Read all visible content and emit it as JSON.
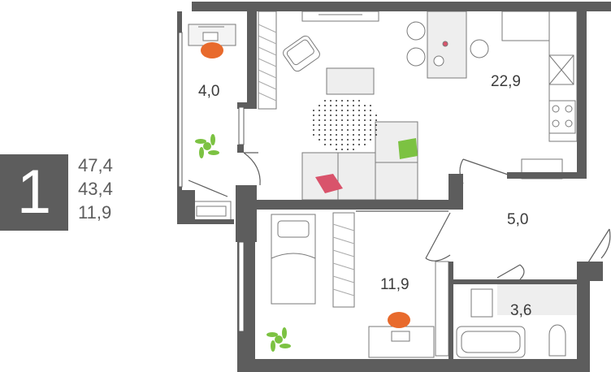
{
  "apartment": {
    "rooms_count": "1",
    "areas": [
      "47,4",
      "43,4",
      "11,9"
    ]
  },
  "rooms": {
    "loggia": "4,0",
    "living_kitchen": "22,9",
    "hall": "5,0",
    "bedroom": "11,9",
    "bathroom": "3,6"
  },
  "colors": {
    "wall": "#5d5d5d",
    "accent_orange": "#e86a2c",
    "accent_green": "#7cc242",
    "accent_red": "#d9536b",
    "furniture_fill": "#eeeeee"
  }
}
